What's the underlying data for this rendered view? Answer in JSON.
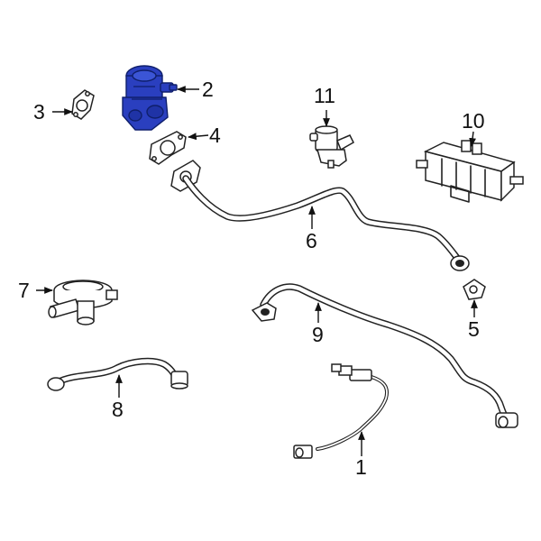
{
  "diagram": {
    "highlight_color": "#2a3fbf",
    "highlighted_part": "2",
    "callouts": [
      {
        "id": "c1",
        "label": "1"
      },
      {
        "id": "c2",
        "label": "2"
      },
      {
        "id": "c3",
        "label": "3"
      },
      {
        "id": "c4",
        "label": "4"
      },
      {
        "id": "c5",
        "label": "5"
      },
      {
        "id": "c6",
        "label": "6"
      },
      {
        "id": "c7",
        "label": "7"
      },
      {
        "id": "c8",
        "label": "8"
      },
      {
        "id": "c9",
        "label": "9"
      },
      {
        "id": "c10",
        "label": "10"
      },
      {
        "id": "c11",
        "label": "11"
      }
    ]
  }
}
